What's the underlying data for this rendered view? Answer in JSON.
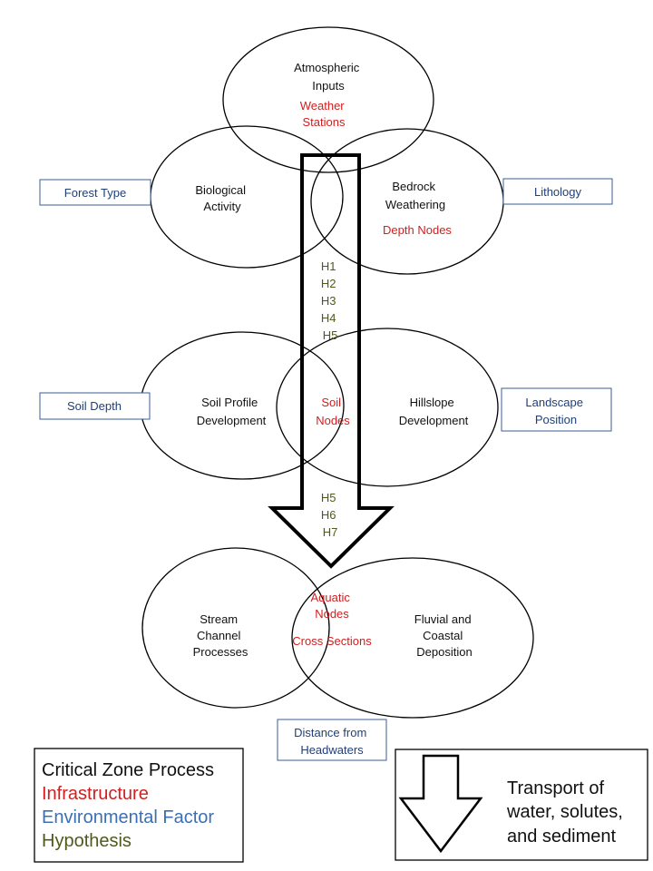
{
  "processes": {
    "atmospheric": [
      "Atmospheric",
      "Inputs"
    ],
    "biological": [
      "Biological",
      "Activity"
    ],
    "bedrock": [
      "Bedrock",
      "Weathering"
    ],
    "soil_profile": [
      "Soil Profile",
      "Development"
    ],
    "hillslope": [
      "Hillslope",
      "Development"
    ],
    "stream": [
      "Stream",
      "Channel",
      "Processes"
    ],
    "fluvial": [
      "Fluvial and",
      "Coastal",
      "Deposition"
    ]
  },
  "infrastructure": {
    "weather": [
      "Weather",
      "Stations"
    ],
    "depth_nodes": "Depth Nodes",
    "soil_nodes": [
      "Soil",
      "Nodes"
    ],
    "aquatic_nodes": [
      "Aquatic",
      "Nodes"
    ],
    "cross_sections": "Cross Sections"
  },
  "environmental_factors": {
    "forest_type": "Forest Type",
    "lithology": "Lithology",
    "soil_depth": "Soil Depth",
    "landscape_position": [
      "Landscape",
      "Position"
    ],
    "distance_from_headwaters": [
      "Distance from",
      "Headwaters"
    ]
  },
  "hypotheses": {
    "upper": [
      "H1",
      "H2",
      "H3",
      "H4",
      "H5"
    ],
    "lower": [
      "H5",
      "H6",
      "H7"
    ]
  },
  "legend": {
    "process": "Critical Zone Process",
    "infrastructure": "Infrastructure",
    "environmental": "Environmental Factor",
    "hypothesis": "Hypothesis"
  },
  "transport_legend": [
    "Transport of",
    "water, solutes,",
    "and sediment"
  ],
  "colors": {
    "process": "#111111",
    "infrastructure": "#d21e1e",
    "environmental": "#1f3f78",
    "environmental_legend": "#3c6fb4",
    "hypothesis": "#4e5a1c",
    "env_box_border": "#3a5f95"
  }
}
